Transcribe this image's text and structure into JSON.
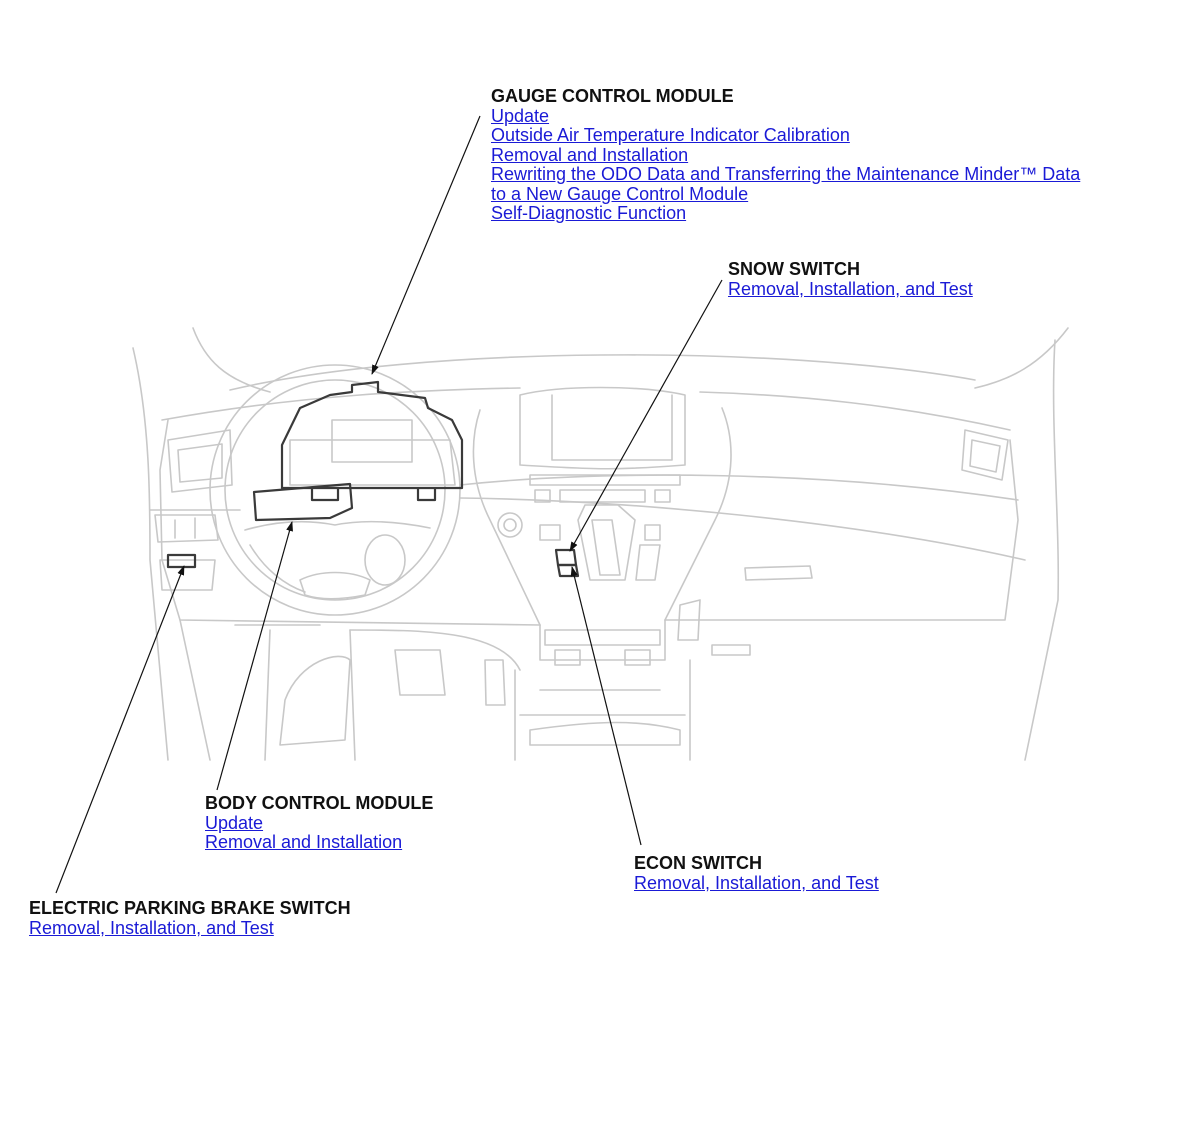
{
  "callouts": {
    "gauge_control_module": {
      "title": "GAUGE CONTROL MODULE",
      "links": [
        "Update",
        "Outside Air Temperature Indicator Calibration",
        "Removal and Installation",
        "Rewriting the ODO Data and Transferring the Maintenance Minder™ Data",
        "to a New Gauge Control Module",
        "Self-Diagnostic Function"
      ]
    },
    "snow_switch": {
      "title": "SNOW SWITCH",
      "links": [
        "Removal, Installation, and Test"
      ]
    },
    "body_control_module": {
      "title": "BODY CONTROL MODULE",
      "links": [
        "Update",
        "Removal and Installation"
      ]
    },
    "econ_switch": {
      "title": "ECON SWITCH",
      "links": [
        "Removal, Installation, and Test"
      ]
    },
    "electric_parking_brake_switch": {
      "title": "ELECTRIC PARKING BRAKE SWITCH",
      "links": [
        "Removal, Installation, and Test"
      ]
    }
  },
  "colors": {
    "link": "#1a1ad6",
    "title": "#111111",
    "drawing": "#c8c8c8",
    "highlight": "#3a3a3a"
  }
}
